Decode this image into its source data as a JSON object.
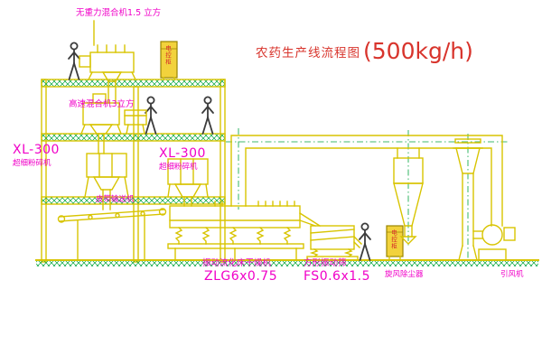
{
  "title": {
    "text": "农药生产线流程图",
    "capacity": "(500kg/h)"
  },
  "equipment_labels": {
    "gravity_mixer": "无重力混合机1.5 立方",
    "high_speed_mixer": "高速混合机3立方",
    "mill_left_model": "XL-300",
    "mill_left_name": "超细粉碎机",
    "mill_center_model": "XL-300",
    "mill_center_name": "超细粉碎机",
    "belt_conveyor": "皮带输送机",
    "dryer_name": "振动流化床干燥机",
    "dryer_model": "ZLG6x0.75",
    "screen_name": "方形振动筛",
    "screen_model": "FS0.6x1.5",
    "cyclone_name": "旋风除尘器",
    "fan_name": "引风机",
    "cabinet_top_text": "电控柜",
    "cabinet_mid_text": "电控柜"
  },
  "colors": {
    "line": "#d8c400",
    "label": "#f000c8",
    "title": "#d8342c",
    "hatch": "#00a43c",
    "cabinet": "#f2d23c",
    "figure": "#3c3c3c"
  }
}
